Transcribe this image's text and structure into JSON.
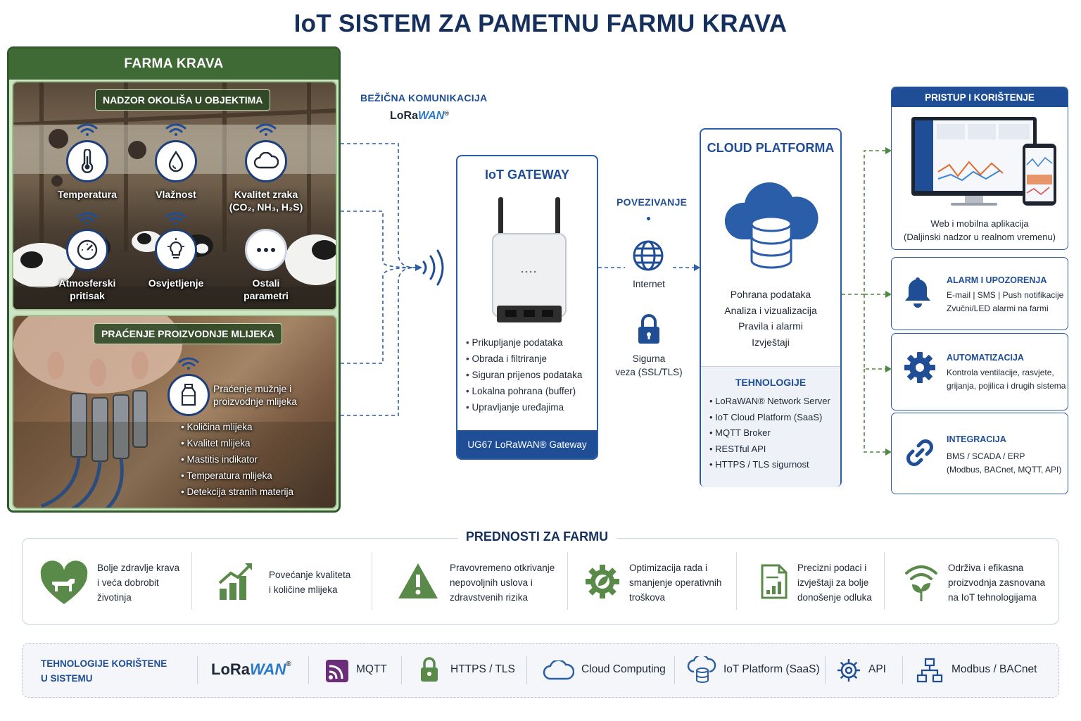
{
  "title": "IoT SISTEM ZA PAMETNU FARMU KRAVA",
  "farm": {
    "header": "FARMA KRAVA",
    "environment_title": "NADZOR OKOLIŠA U OBJEKTIMA",
    "sensors": [
      {
        "label": "Temperatura",
        "icon": "thermometer-icon"
      },
      {
        "label": "Vlažnost",
        "icon": "droplet-icon"
      },
      {
        "label": "Kvalitet zraka",
        "sub": "(CO₂, NH₃, H₂S)",
        "icon": "cloud-icon"
      },
      {
        "label": "Atmosferski",
        "sub": "pritisak",
        "icon": "gauge-icon"
      },
      {
        "label": "Osvjetljenje",
        "icon": "bulb-icon"
      },
      {
        "label": "Ostali",
        "sub": "parametri",
        "icon": "more-icon"
      }
    ],
    "milk_title": "PRAĆENJE PROIZVODNJE MLIJEKA",
    "milk_sensor": {
      "line1": "Praćenje mužnje i",
      "line2": "proizvodnje mlijeka",
      "icon": "milk-bottle-icon"
    },
    "milk_list": [
      "Količina mlijeka",
      "Kvalitet mlijeka",
      "Mastitis indikator",
      "Temperatura mlijeka",
      "Detekcija stranih materija"
    ]
  },
  "wireless": {
    "title": "BEŽIČNA KOMUNIKACIJA",
    "logo_lo": "LoRa",
    "logo_wan": "WAN",
    "reg": "®"
  },
  "gateway": {
    "title": "IoT GATEWAY",
    "items": [
      "Prikupljanje podataka",
      "Obrada i filtriranje",
      "Siguran prijenos podataka",
      "Lokalna pohrana (buffer)",
      "Upravljanje uređajima"
    ],
    "footer": "UG67 LoRaWAN® Gateway"
  },
  "connection": {
    "title": "POVEZIVANJE",
    "internet": "Internet",
    "secure1": "Sigurna",
    "secure2": "veza (SSL/TLS)"
  },
  "cloud": {
    "title": "CLOUD PLATFORMA",
    "lines": [
      "Pohrana podataka",
      "Analiza i vizualizacija",
      "Pravila i alarmi",
      "Izvještaji"
    ],
    "tech_title": "TEHNOLOGIJE",
    "tech": [
      "LoRaWAN® Network Server",
      "IoT Cloud Platform (SaaS)",
      "MQTT Broker",
      "RESTful API",
      "HTTPS / TLS sigurnost"
    ]
  },
  "access": {
    "title": "PRISTUP I KORIŠTENJE",
    "line1": "Web i mobilna aplikacija",
    "line2": "(Daljinski nadzor u realnom vremenu)"
  },
  "cards": [
    {
      "title": "ALARM I UPOZORENJA",
      "l1": "E-mail | SMS | Push notifikacije",
      "l2": "Zvučni/LED alarmi na farmi",
      "icon": "bell-icon"
    },
    {
      "title": "AUTOMATIZACIJA",
      "l1": "Kontrola ventilacije, rasvjete,",
      "l2": "grijanja, pojilica i drugih sistema",
      "icon": "gear-icon"
    },
    {
      "title": "INTEGRACIJA",
      "l1": "BMS / SCADA / ERP",
      "l2": "(Modbus, BACnet, MQTT, API)",
      "icon": "link-icon"
    }
  ],
  "benefits": {
    "title": "PREDNOSTI ZA FARMU",
    "items": [
      {
        "l1": "Bolje zdravlje krava",
        "l2": "i veća dobrobit",
        "l3": "životinja",
        "icon": "heart-cow-icon"
      },
      {
        "l1": "Povećanje kvaliteta",
        "l2": "i količine mlijeka",
        "l3": "",
        "icon": "growth-chart-icon"
      },
      {
        "l1": "Pravovremeno otkrivanje",
        "l2": "nepovoljnih uslova i",
        "l3": "zdravstvenih rizika",
        "icon": "warning-icon"
      },
      {
        "l1": "Optimizacija rada i",
        "l2": "smanjenje operativnih",
        "l3": "troškova",
        "icon": "eco-gear-icon"
      },
      {
        "l1": "Precizni podaci i",
        "l2": "izvještaji za bolje",
        "l3": "donošenje odluka",
        "icon": "report-icon"
      },
      {
        "l1": "Održiva i efikasna",
        "l2": "proizvodnja zasnovana",
        "l3": "na IoT tehnologijama",
        "icon": "sustainable-wifi-icon"
      }
    ]
  },
  "techbar": {
    "title1": "TEHNOLOGIJE KORIŠTENE",
    "title2": "U SISTEMU",
    "items": [
      "MQTT",
      "HTTPS / TLS",
      "Cloud Computing",
      "IoT Platform (SaaS)",
      "API",
      "Modbus / BACnet"
    ]
  },
  "colors": {
    "navy": "#16305e",
    "blue": "#1f4e97",
    "green": "#3f6a35",
    "benefit_green": "#5a8a4a"
  }
}
